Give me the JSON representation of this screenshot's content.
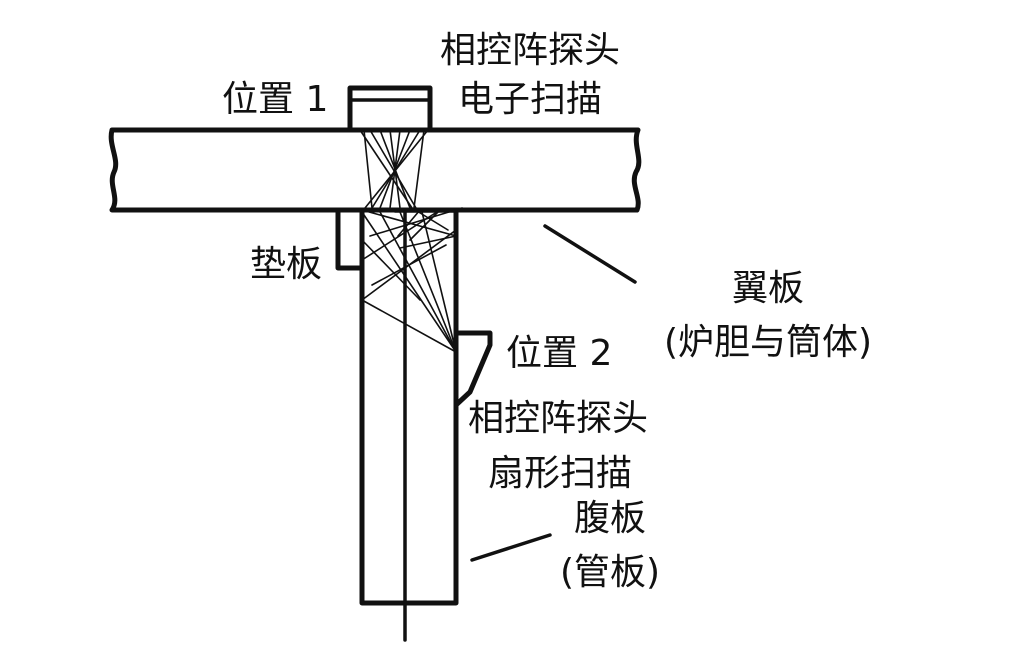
{
  "labels": {
    "position1": "位置 1",
    "probe_top_line1": "相控阵探头",
    "probe_top_line2": "电子扫描",
    "backing_plate": "垫板",
    "flange_line1": "翼板",
    "flange_line2": "(炉胆与筒体)",
    "position2": "位置 2",
    "probe_side_line1": "相控阵探头",
    "probe_side_line2": "扇形扫描",
    "web_line1": "腹板",
    "web_line2": "(管板)"
  },
  "colors": {
    "line": "#111111",
    "background": "#ffffff"
  }
}
